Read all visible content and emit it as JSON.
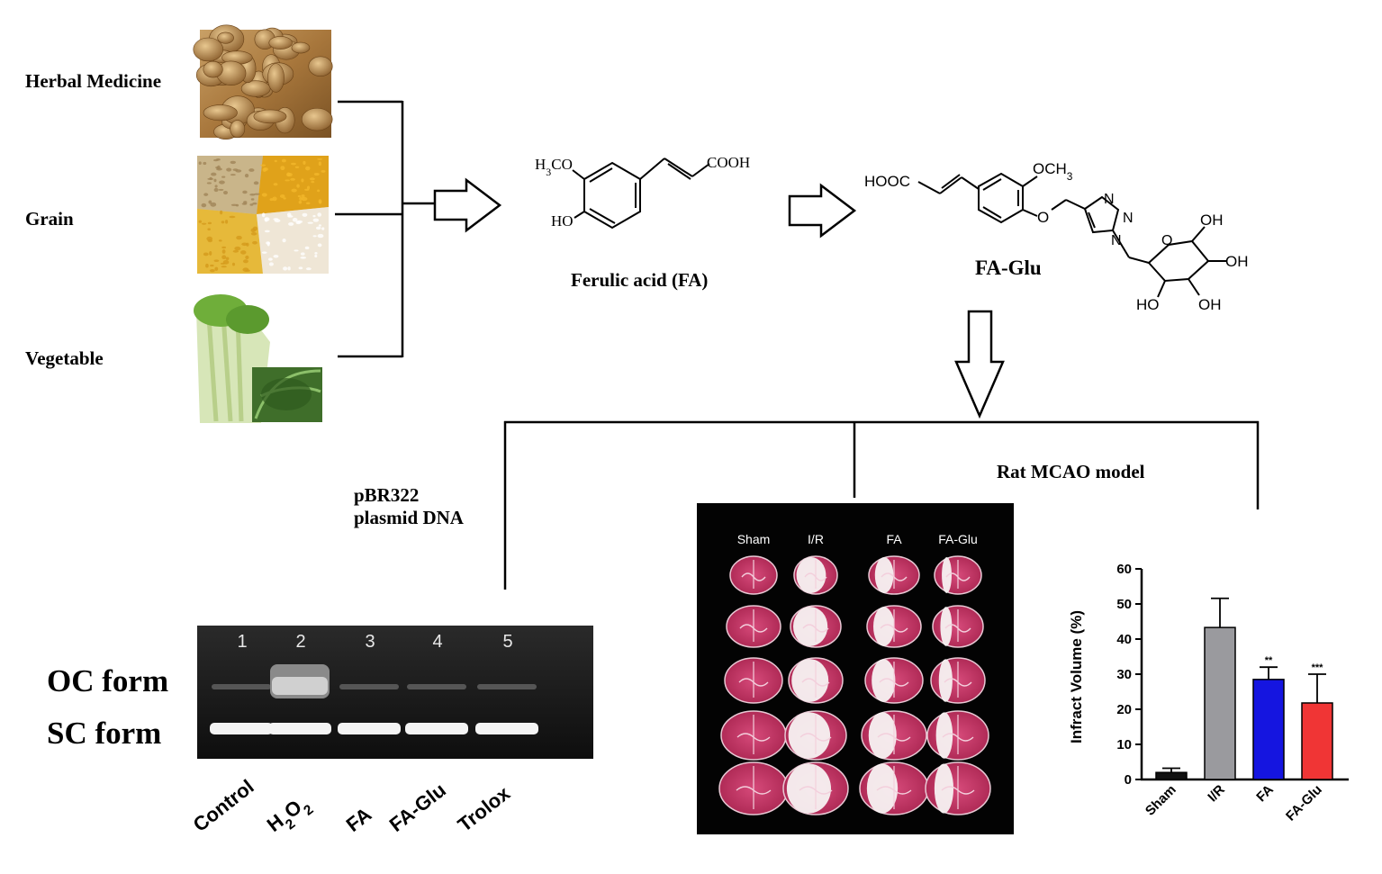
{
  "sources": {
    "herbal": "Herbal Medicine",
    "grain": "Grain",
    "vegetable": "Vegetable"
  },
  "fa": {
    "caption": "Ferulic acid (FA)",
    "methoxy": "H3CO",
    "hydroxy": "HO",
    "acid": "COOH"
  },
  "faglu": {
    "caption": "FA-Glu",
    "acid": "HOOC",
    "methoxy": "OCH3",
    "ether_o": "O",
    "n1": "N",
    "n2": "N",
    "n3": "N",
    "ring_o": "O",
    "oh1": "OH",
    "oh2": "OH",
    "oh3": "HO",
    "oh4": "OH"
  },
  "plasmid": {
    "label_line1": "pBR322",
    "label_line2": "plasmid DNA",
    "oc_form": "OC form",
    "sc_form": "SC form",
    "lanes": [
      "1",
      "2",
      "3",
      "4",
      "5"
    ],
    "lane_labels": [
      "Control",
      "H2O2",
      "FA",
      "FA-Glu",
      "Trolox"
    ]
  },
  "mcao": {
    "label": "Rat MCAO model",
    "groups": [
      "Sham",
      "I/R",
      "FA",
      "FA-Glu"
    ]
  },
  "colors": {
    "sham": "#111111",
    "ir": "#9a9a9e",
    "fa": "#1515e0",
    "faglu": "#f03535"
  },
  "chart_data": {
    "type": "bar",
    "categories": [
      "Sham",
      "I/R",
      "FA",
      "FA-Glu"
    ],
    "values": [
      2,
      43.3,
      28.5,
      21.8
    ],
    "errors": [
      1.2,
      8.3,
      3.5,
      8.2
    ],
    "significance": [
      "",
      "",
      "**",
      "***"
    ],
    "ylabel": "Infract Volume  (%)",
    "ylim": [
      0,
      60
    ],
    "yticks": [
      0,
      10,
      20,
      30,
      40,
      50,
      60
    ],
    "grid": false
  }
}
